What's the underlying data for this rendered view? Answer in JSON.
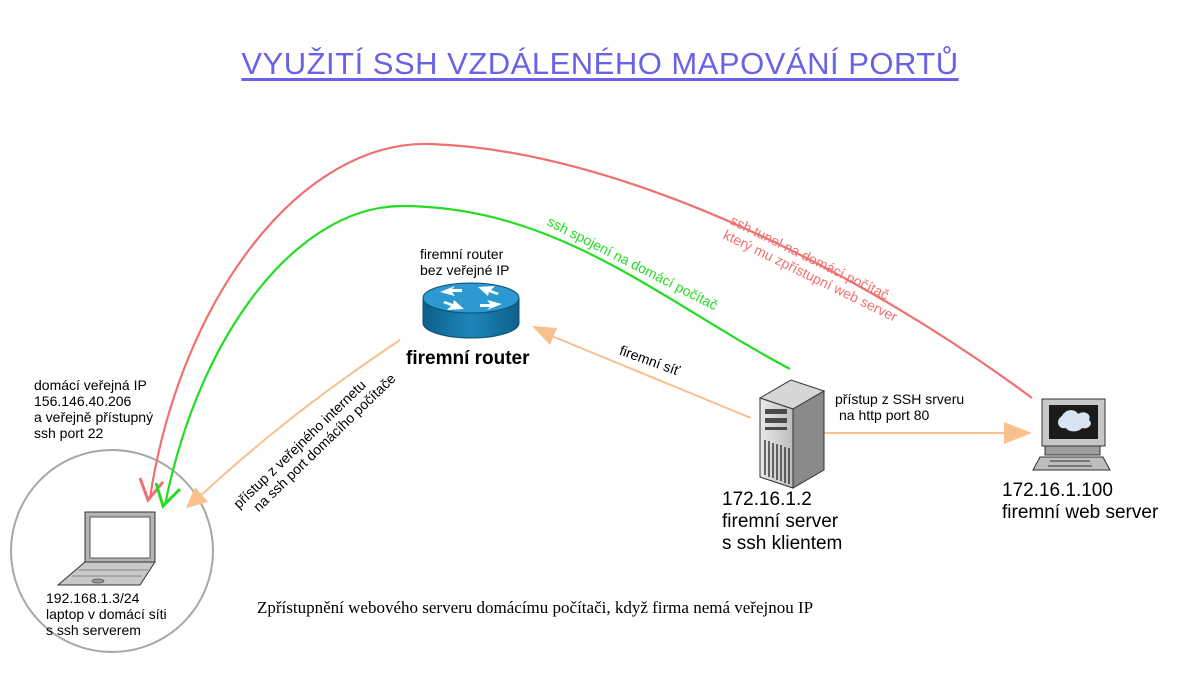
{
  "title": "VYUŽITÍ SSH VZDÁLENÉHO MAPOVÁNÍ PORTŮ",
  "colors": {
    "title": "#6a62e6",
    "ssh_tunnel": "#f07070",
    "ssh_connection": "#22dd22",
    "access_arrow": "#f8c08c",
    "router_body": "#1d86b8"
  },
  "router": {
    "top_label": [
      "firemní router",
      "bez veřejné IP"
    ],
    "name": "firemní router",
    "icon": "router-icon"
  },
  "home_laptop": {
    "public_info": [
      "domácí veřejná IP",
      "156.146.40.206",
      "a veřejně přístupný",
      "ssh port 22"
    ],
    "label": [
      "192.168.1.3/24",
      "laptop v domácí síti",
      "s ssh serverem"
    ],
    "icon": "laptop-icon"
  },
  "company_server": {
    "label": [
      "172.16.1.2",
      "firemní server",
      "s ssh klientem"
    ],
    "icon": "server-tower-icon"
  },
  "web_server": {
    "label": [
      "172.16.1.100",
      "firemní web server"
    ],
    "icon": "desktop-computer-icon"
  },
  "arrows": {
    "ssh_tunnel": [
      "ssh tunel na domácí počítač",
      "který mu zpřístupní web server"
    ],
    "ssh_connection": "ssh spojení na domácí počítač",
    "company_network": "firemní síť",
    "internet_access": [
      "přístup z veřejného internetu",
      "na ssh port domácího počítače"
    ],
    "http_access": [
      "přístup z SSH srveru",
      "na http port 80"
    ]
  },
  "caption": "Zpřístupnění webového serveru domácímu počítači, když firma nemá veřejnou IP"
}
